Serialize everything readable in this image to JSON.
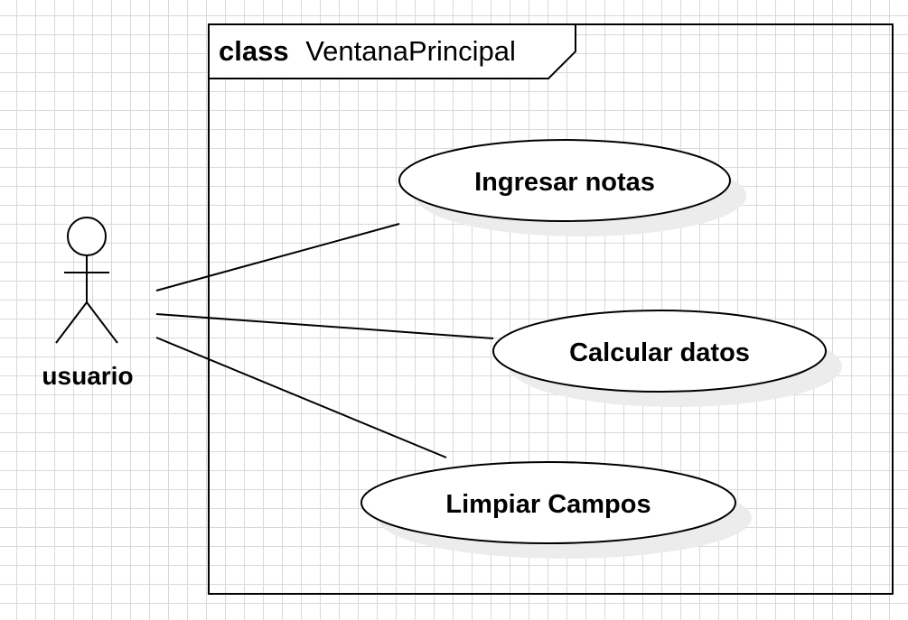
{
  "frame": {
    "keyword": "class",
    "name": "VentanaPrincipal"
  },
  "actor": {
    "name": "usuario"
  },
  "use_cases": [
    {
      "label": "Ingresar notas"
    },
    {
      "label": "Calcular datos"
    },
    {
      "label": "Limpiar Campos"
    }
  ],
  "colors": {
    "stroke": "#000000",
    "fill": "#ffffff",
    "shadow": "#ececec",
    "grid": "#d9d9d9"
  }
}
